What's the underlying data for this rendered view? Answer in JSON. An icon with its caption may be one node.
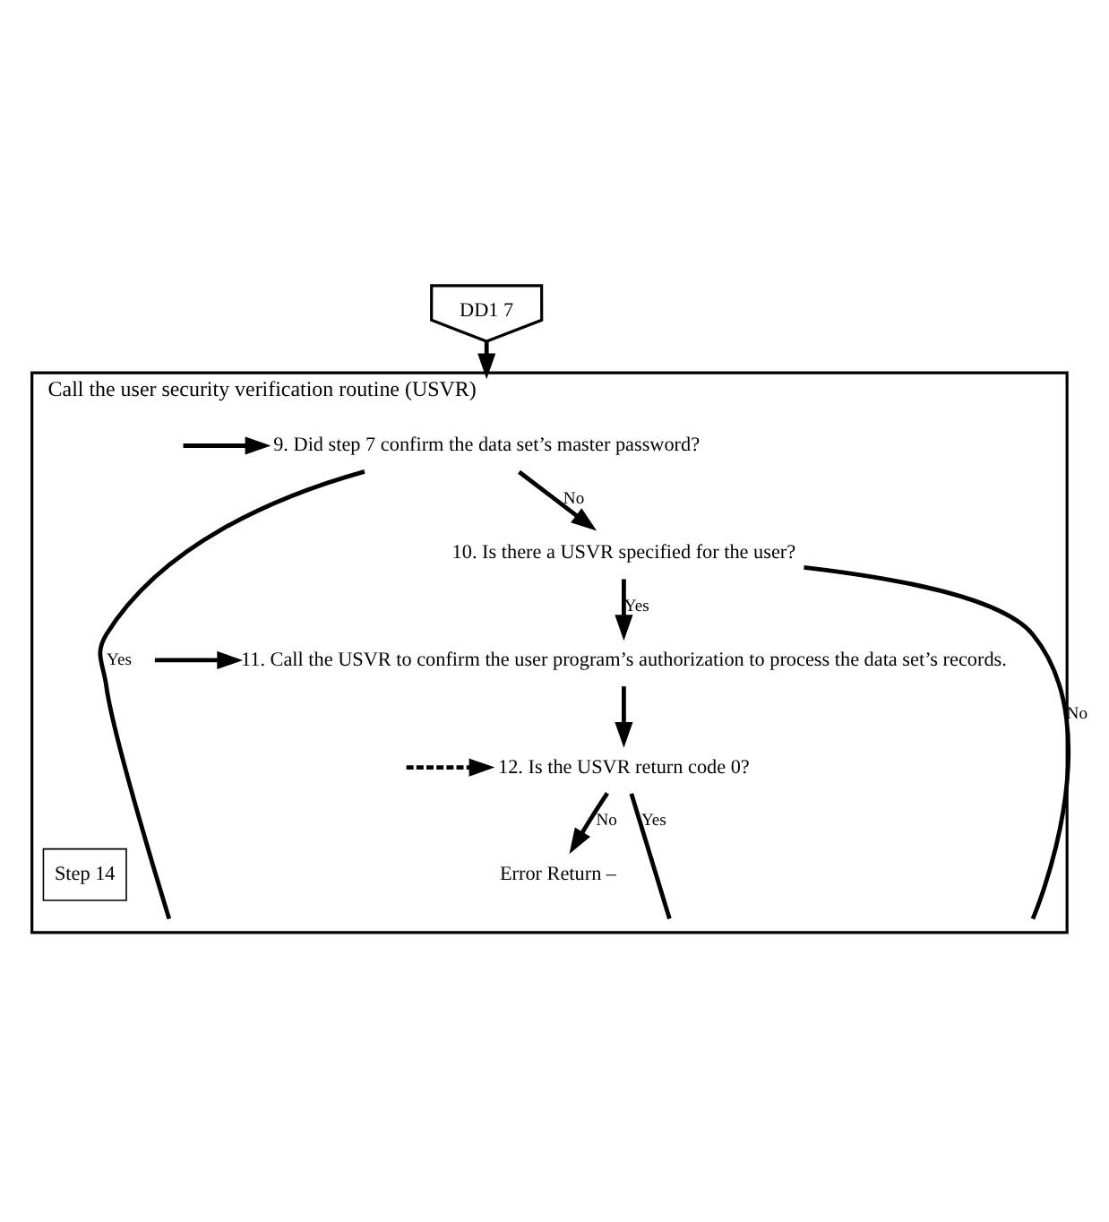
{
  "diagram": {
    "nodes": [
      {
        "text": [
          "DD1 7"
        ]
      },
      {
        "text": [
          "Call the user security verification routine (USVR)"
        ]
      },
      {
        "text": [
          "9. Did step 7 confirm the data set’s master password?"
        ],
        "in": 1
      },
      {
        "text": [
          "10. Is there a USVR specified for the user?"
        ],
        "in": 1
      },
      {
        "text": [
          "11. Call the USVR to confirm the user program’s authorization to process the data set’s records."
        ],
        "in": 1
      },
      {
        "text": [
          "12. Is the USVR return code 0?"
        ],
        "in": 1
      },
      {
        "text": [
          "Error Return –"
        ],
        "in": 1
      },
      {
        "text": [
          "Step 14"
        ],
        "in": 1
      }
    ],
    "edges": [
      {
        "from": 0,
        "to": 1,
        "arrow": "to"
      },
      {
        "from": 2,
        "to": null,
        "arrow": "none",
        "label": "Yes"
      },
      {
        "from": null,
        "to": 2,
        "arrow": "to"
      },
      {
        "from": 2,
        "to": 3,
        "arrow": "to",
        "label": "No"
      },
      {
        "from": 3,
        "to": null,
        "arrow": "none",
        "label": "No"
      },
      {
        "from": 3,
        "to": 4,
        "arrow": "to",
        "label": "Yes"
      },
      {
        "from": null,
        "to": 4,
        "arrow": "to"
      },
      {
        "from": 4,
        "to": 5,
        "arrow": "to"
      },
      {
        "from": 5,
        "to": null,
        "arrow": "none",
        "label": "Yes"
      },
      {
        "from": null,
        "to": 5,
        "arrow": "to",
        "style": "dashed"
      },
      {
        "from": 5,
        "to": 6,
        "arrow": "to",
        "label": "No"
      }
    ]
  }
}
